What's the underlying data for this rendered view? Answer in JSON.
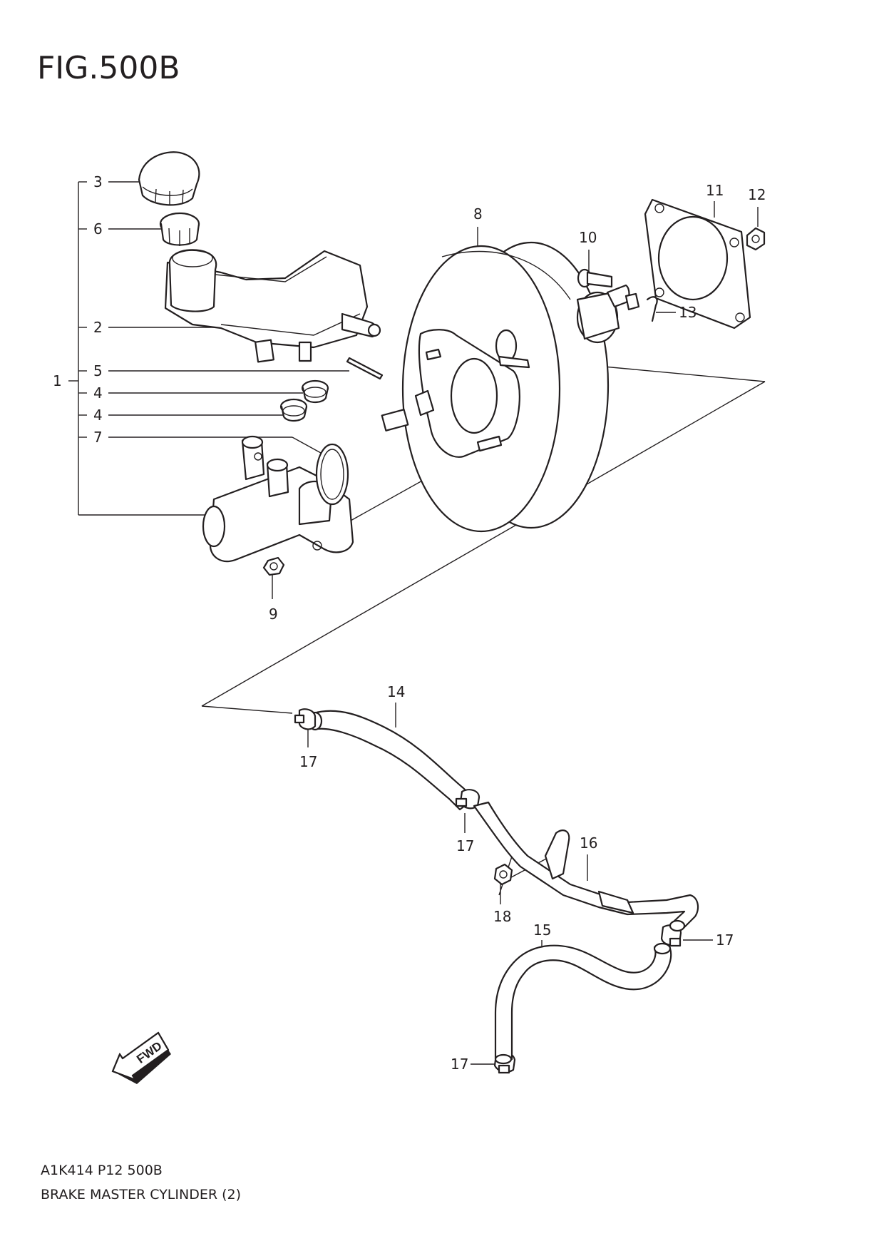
{
  "figure": {
    "title": "FIG.500B",
    "code": "A1K414 P12 500B",
    "caption": "BRAKE MASTER CYLINDER (2)",
    "fwd_label": "FWD"
  },
  "callouts": {
    "c1": "1",
    "c2": "2",
    "c3": "3",
    "c4a": "4",
    "c4b": "4",
    "c5": "5",
    "c6": "6",
    "c7": "7",
    "c8": "8",
    "c9": "9",
    "c10": "10",
    "c11": "11",
    "c12": "12",
    "c13": "13",
    "c14": "14",
    "c15": "15",
    "c16": "16",
    "c17a": "17",
    "c17b": "17",
    "c17c": "17",
    "c17d": "17",
    "c18": "18"
  },
  "colors": {
    "ink": "#231f20",
    "background": "#ffffff"
  }
}
